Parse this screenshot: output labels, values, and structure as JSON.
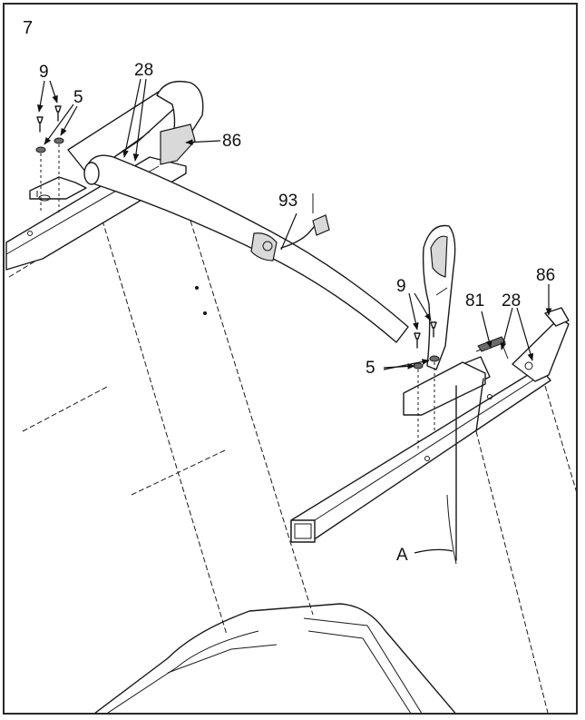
{
  "step_number": "7",
  "callouts": {
    "bolt_left": "9",
    "washer_left": "5",
    "bracket_left": "28",
    "grip_left": "86",
    "crossbar": "93",
    "bolt_right": "9",
    "washer_right": "5",
    "wire_clip": "81",
    "bracket_right": "28",
    "grip_right": "86",
    "upright": "A"
  }
}
